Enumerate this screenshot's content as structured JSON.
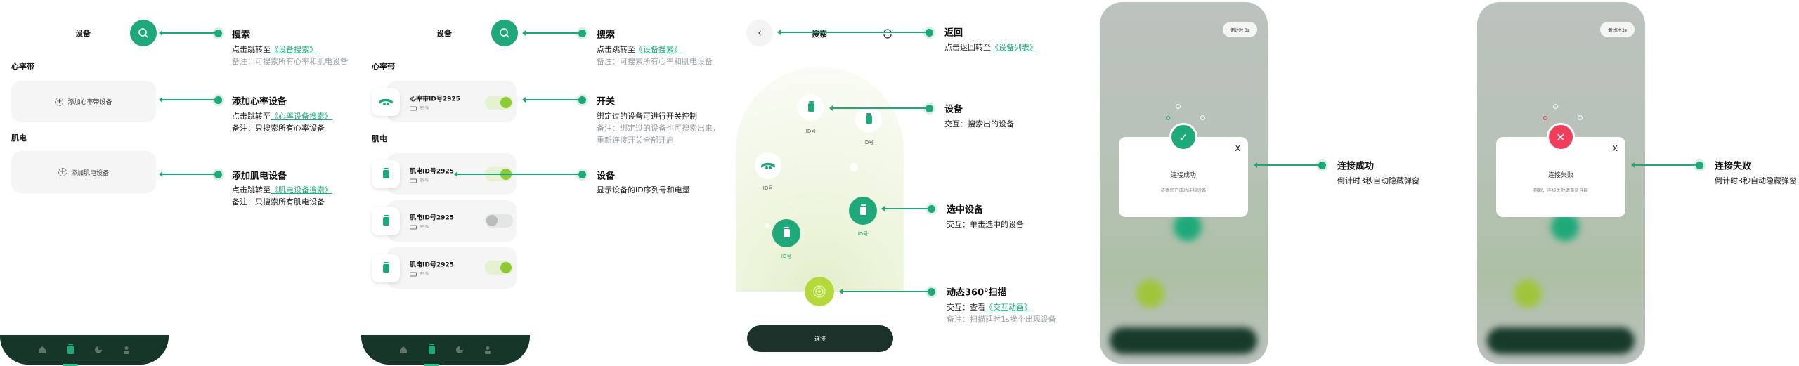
{
  "colors": {
    "accent": "#1fa97a",
    "dark": "#17362a",
    "lime": "#8cc932",
    "error": "#ef3e5c"
  },
  "panel1": {
    "title": "设备",
    "search_icon": "search-icon",
    "section_hr": "心率带",
    "add_hr": "添加心率带设备",
    "section_emg": "肌电",
    "add_emg": "添加肌电设备",
    "nav": [
      "home-icon",
      "device-icon",
      "chart-icon",
      "user-icon"
    ]
  },
  "annot1": [
    {
      "title": "搜索",
      "prefix": "点击跳转至",
      "link": "《设备搜索》",
      "note": "备注：可搜索所有心率和肌电设备"
    },
    {
      "title": "添加心率设备",
      "prefix": "点击跳转至",
      "link": "《心率设备搜索》",
      "note": "备注：只搜索所有心率设备"
    },
    {
      "title": "添加肌电设备",
      "prefix": "点击跳转至",
      "link": "《肌电设备搜索》",
      "note": "备注：只搜索所有肌电设备"
    }
  ],
  "panel2": {
    "title": "设备",
    "section_hr": "心率带",
    "section_emg": "肌电",
    "devices": [
      {
        "name": "心率带ID号2925",
        "battery": "89%",
        "on": true
      },
      {
        "name": "肌电ID号2925",
        "battery": "89%",
        "on": true
      },
      {
        "name": "肌电ID号2925",
        "battery": "89%",
        "on": false
      },
      {
        "name": "肌电ID号2925",
        "battery": "89%",
        "on": true
      }
    ]
  },
  "annot2": [
    {
      "title": "搜索",
      "prefix": "点击跳转至",
      "link": "《设备搜索》",
      "note": "备注：可搜索所有心率和肌电设备"
    },
    {
      "title": "开关",
      "text": "绑定过的设备可进行开关控制",
      "note1": "备注：绑定过的设备也可搜索出来，",
      "note2": "重新连接开关全部开启"
    },
    {
      "title": "设备",
      "text": "显示设备的ID序列号和电量"
    }
  ],
  "panel3": {
    "title": "搜索",
    "id_label": "ID号",
    "connect": "连接"
  },
  "annot3": [
    {
      "title": "返回",
      "prefix": "点击返回转至",
      "link": "《设备列表》"
    },
    {
      "title": "设备",
      "text": "交互：搜索出的设备"
    },
    {
      "title": "选中设备",
      "text": "交互：单击选中的设备"
    },
    {
      "title": "动态360°扫描",
      "prefix": "交互：查看",
      "link": "《交互动画》",
      "note": "备注：扫描延时1s挨个出现设备"
    }
  ],
  "panel4": {
    "countdown": "倒计时 3s",
    "title": "连接成功",
    "message": "恭喜您已成功连接设备",
    "close": "X"
  },
  "annot4": {
    "title": "连接成功",
    "text": "倒计时3秒自动隐藏弹窗"
  },
  "panel5": {
    "countdown": "倒计时 3s",
    "title": "连接失败",
    "message": "抱歉，连接失败请重新连接",
    "close": "X"
  },
  "annot5": {
    "title": "连接失败",
    "text": "倒计时3秒自动隐藏弹窗"
  }
}
